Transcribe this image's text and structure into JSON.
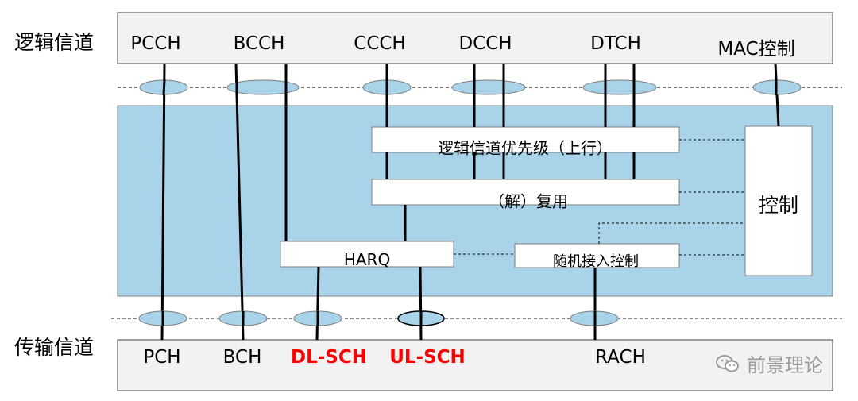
{
  "rows": {
    "logical_label": "逻辑信道",
    "transport_label": "传输信道"
  },
  "logical_channels": [
    "PCCH",
    "BCCH",
    "CCCH",
    "DCCH",
    "DTCH",
    "MAC控制"
  ],
  "transport_channels": [
    "PCH",
    "BCH",
    "DL-SCH",
    "UL-SCH",
    "RACH"
  ],
  "highlighted_transport": [
    "DL-SCH",
    "UL-SCH"
  ],
  "blocks": {
    "priority": "逻辑信道优先级（上行）",
    "mux": "（解）复用",
    "harq": "HARQ",
    "random_access": "随机接入控制",
    "control": "控制"
  },
  "watermark": "前景理论",
  "colors": {
    "mac_background": "#a9d3e8",
    "channel_box": "#f2f2f2",
    "highlight_text": "#ff0000",
    "line": "#000000"
  }
}
